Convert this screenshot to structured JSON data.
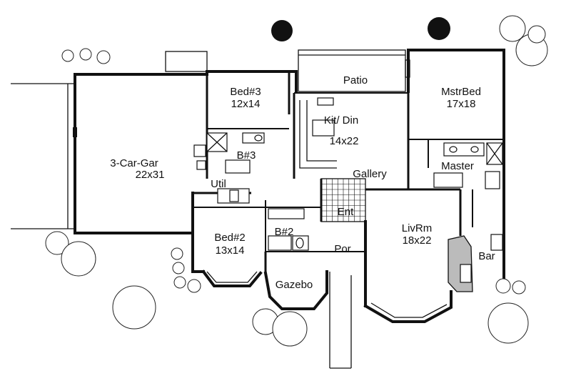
{
  "rooms": {
    "patio": {
      "name": "Patio"
    },
    "bed3": {
      "name": "Bed#3",
      "size": "12x14"
    },
    "mstr_bed": {
      "name": "MstrBed",
      "size": "17x18"
    },
    "kit_din": {
      "name": "Kit/ Din",
      "size": "14x22"
    },
    "garage": {
      "name": "3-Car-Gar",
      "size": "22x31"
    },
    "bath3": {
      "name": "B#3"
    },
    "master": {
      "name": "Master"
    },
    "gallery": {
      "name": "Gallery"
    },
    "util": {
      "name": "Util"
    },
    "ent": {
      "name": "Ent"
    },
    "liv_rm": {
      "name": "LivRm",
      "size": "18x22"
    },
    "bed2": {
      "name": "Bed#2",
      "size": "13x14"
    },
    "bath2": {
      "name": "B#2"
    },
    "por": {
      "name": "Por"
    },
    "bar": {
      "name": "Bar"
    },
    "gazebo": {
      "name": "Gazebo"
    }
  }
}
